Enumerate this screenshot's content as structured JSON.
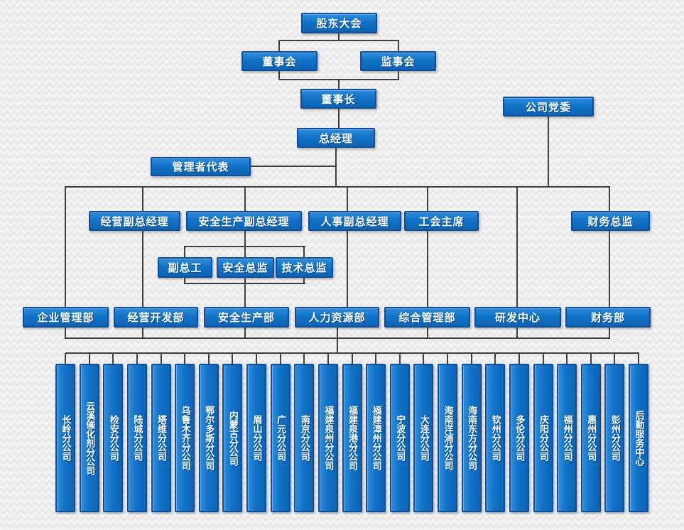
{
  "org_chart": {
    "nodes": {
      "shareholders_meeting": "股东大会",
      "board_of_directors": "董事会",
      "supervisory_board": "监事会",
      "chairman": "董事长",
      "party_committee": "公司党委",
      "general_manager": "总经理",
      "management_representative": "管理者代表"
    },
    "vice_level": [
      "经营副总经理",
      "安全生产副总经理",
      "人事副总经理",
      "工会主席",
      "财务总监"
    ],
    "chief_level": [
      "副总工",
      "安全总监",
      "技术总监"
    ],
    "departments": [
      "企业管理部",
      "经营开发部",
      "安全生产部",
      "人力资源部",
      "综合管理部",
      "研发中心",
      "财务部"
    ],
    "branches": [
      "长岭分公司",
      "云溪催化剂分公司",
      "检安分公司",
      "陆城分公司",
      "塔维分公司",
      "乌鲁木齐分公司",
      "鄂尔多斯分公司",
      "内蒙古分公司",
      "眉山分公司",
      "广元分公司",
      "南京分公司",
      "福建泉州分公司",
      "福建泉港分公司",
      "福建漳州分公司",
      "宁波分公司",
      "大连分公司",
      "海南洋浦分公司",
      "海南东方分公司",
      "钦州分公司",
      "多伦分公司",
      "庆阳分公司",
      "福州分公司",
      "惠州分公司",
      "彭州分公司",
      "后勤服务中心"
    ]
  },
  "colors": {
    "node_fill_top": "#2e8cdc",
    "node_fill_mid": "#1173c8",
    "node_fill_bottom": "#0d64b5",
    "node_border": "#0f4f99",
    "node_text": "#ffffff",
    "connector": "#3f3f3f",
    "canvas_background": "#f4f3f3"
  }
}
